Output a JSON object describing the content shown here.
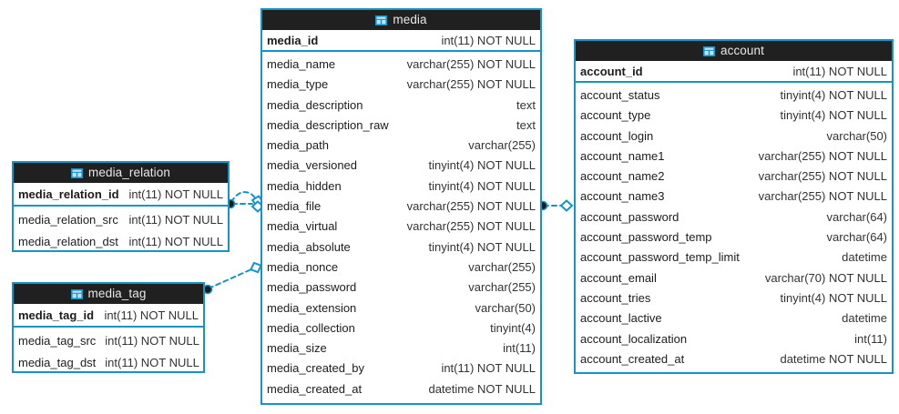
{
  "diagram": {
    "type": "entity-relationship-diagram",
    "background": "#ffffff",
    "accent": "#1694c8",
    "header_background": "#202020",
    "header_text_color": "#e8e8e8",
    "icon": "table-icon"
  },
  "entities": [
    {
      "id": "media",
      "title": "media",
      "icon": "table-icon",
      "primary_key": [
        {
          "name": "media_id",
          "type": "int(11) NOT NULL"
        }
      ],
      "columns": [
        {
          "name": "media_name",
          "type": "varchar(255) NOT NULL"
        },
        {
          "name": "media_type",
          "type": "varchar(255) NOT NULL"
        },
        {
          "name": "media_description",
          "type": "text"
        },
        {
          "name": "media_description_raw",
          "type": "text"
        },
        {
          "name": "media_path",
          "type": "varchar(255)"
        },
        {
          "name": "media_versioned",
          "type": "tinyint(4) NOT NULL"
        },
        {
          "name": "media_hidden",
          "type": "tinyint(4) NOT NULL"
        },
        {
          "name": "media_file",
          "type": "varchar(255) NOT NULL"
        },
        {
          "name": "media_virtual",
          "type": "varchar(255) NOT NULL"
        },
        {
          "name": "media_absolute",
          "type": "tinyint(4) NOT NULL"
        },
        {
          "name": "media_nonce",
          "type": "varchar(255)"
        },
        {
          "name": "media_password",
          "type": "varchar(255)"
        },
        {
          "name": "media_extension",
          "type": "varchar(50)"
        },
        {
          "name": "media_collection",
          "type": "tinyint(4)"
        },
        {
          "name": "media_size",
          "type": "int(11)"
        },
        {
          "name": "media_created_by",
          "type": "int(11) NOT NULL"
        },
        {
          "name": "media_created_at",
          "type": "datetime NOT NULL"
        }
      ]
    },
    {
      "id": "account",
      "title": "account",
      "icon": "table-icon",
      "primary_key": [
        {
          "name": "account_id",
          "type": "int(11) NOT NULL"
        }
      ],
      "columns": [
        {
          "name": "account_status",
          "type": "tinyint(4) NOT NULL"
        },
        {
          "name": "account_type",
          "type": "tinyint(4) NOT NULL"
        },
        {
          "name": "account_login",
          "type": "varchar(50)"
        },
        {
          "name": "account_name1",
          "type": "varchar(255) NOT NULL"
        },
        {
          "name": "account_name2",
          "type": "varchar(255) NOT NULL"
        },
        {
          "name": "account_name3",
          "type": "varchar(255) NOT NULL"
        },
        {
          "name": "account_password",
          "type": "varchar(64)"
        },
        {
          "name": "account_password_temp",
          "type": "varchar(64)"
        },
        {
          "name": "account_password_temp_limit",
          "type": "datetime"
        },
        {
          "name": "account_email",
          "type": "varchar(70) NOT NULL"
        },
        {
          "name": "account_tries",
          "type": "tinyint(4) NOT NULL"
        },
        {
          "name": "account_lactive",
          "type": "datetime"
        },
        {
          "name": "account_localization",
          "type": "int(11)"
        },
        {
          "name": "account_created_at",
          "type": "datetime NOT NULL"
        }
      ]
    },
    {
      "id": "media_relation",
      "title": "media_relation",
      "icon": "table-icon",
      "primary_key": [
        {
          "name": "media_relation_id",
          "type": "int(11) NOT NULL"
        }
      ],
      "columns": [
        {
          "name": "media_relation_src",
          "type": "int(11) NOT NULL"
        },
        {
          "name": "media_relation_dst",
          "type": "int(11) NOT NULL"
        }
      ]
    },
    {
      "id": "media_tag",
      "title": "media_tag",
      "icon": "table-icon",
      "primary_key": [
        {
          "name": "media_tag_id",
          "type": "int(11) NOT NULL"
        }
      ],
      "columns": [
        {
          "name": "media_tag_src",
          "type": "int(11) NOT NULL"
        },
        {
          "name": "media_tag_dst",
          "type": "int(11) NOT NULL"
        }
      ]
    }
  ],
  "relationships": [
    {
      "from": "media_relation",
      "to": "media",
      "style": "dashed",
      "from_marker": "filled-circle",
      "to_marker": "open-diamond"
    },
    {
      "from": "media_relation",
      "to": "media",
      "style": "dashed",
      "from_marker": "filled-circle",
      "to_marker": "open-diamond"
    },
    {
      "from": "media_tag",
      "to": "media",
      "style": "dashed",
      "from_marker": "filled-circle",
      "to_marker": "open-diamond"
    },
    {
      "from": "media",
      "to": "account",
      "style": "dashed",
      "from_marker": "filled-circle",
      "to_marker": "open-diamond"
    }
  ]
}
